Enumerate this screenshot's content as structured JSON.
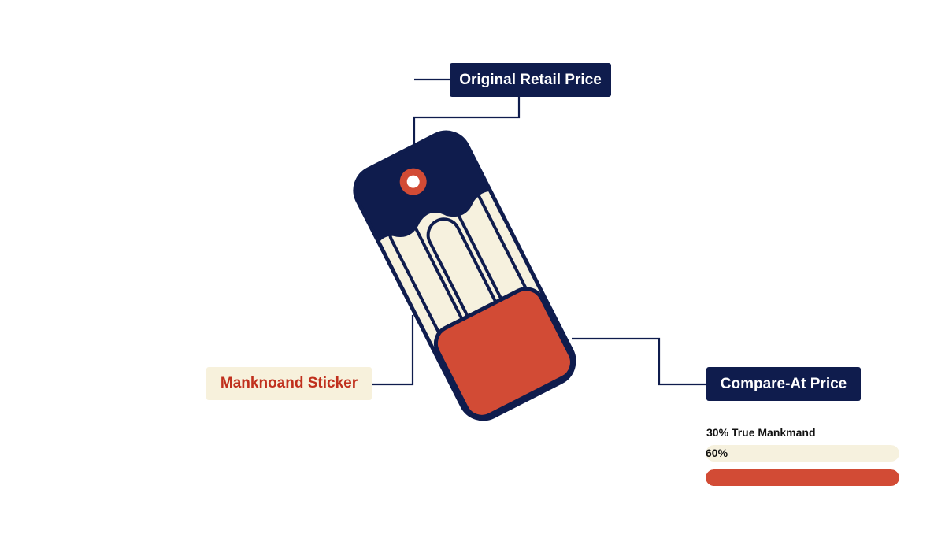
{
  "colors": {
    "navy": "#0f1c4d",
    "cream": "#f6f1de",
    "red": "#d24b35",
    "sticker_label_bg": "#f7f1dc",
    "sticker_label_text": "#c0301d"
  },
  "labels": {
    "original_retail_price": "Original Retail Price",
    "manknoand_sticker": "Manknoand Sticker",
    "compare_at_price": "Compare-At Price"
  },
  "legend": {
    "heading": "30% True Mankmand",
    "bar1_label": "60%",
    "bar1_fill": 1.0,
    "bar2_fill": 1.0
  }
}
